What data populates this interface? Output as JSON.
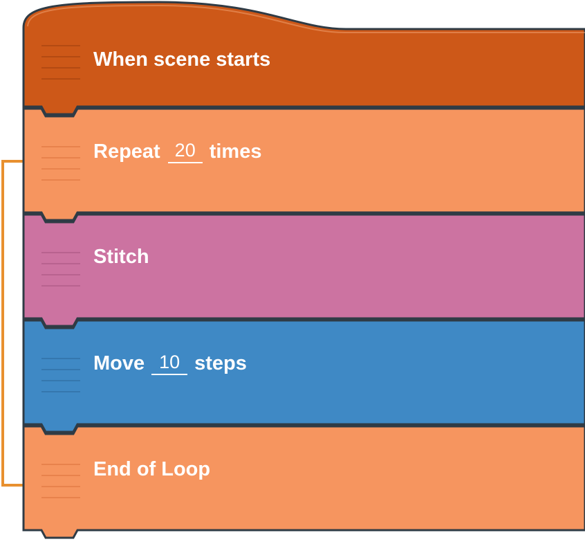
{
  "colors": {
    "event": "#CD5818",
    "control": "#F6955F",
    "stitch": "#CC73A1",
    "motion": "#3F89C5",
    "outline": "#2F3B45",
    "loop_bracket": "#E8902F",
    "text": "#FFFFFF"
  },
  "blocks": [
    {
      "kind": "event",
      "label": "When scene starts",
      "icon": "drag-handle-icon"
    },
    {
      "kind": "control",
      "label_before": "Repeat",
      "value": "20",
      "label_after": "times",
      "icon": "drag-handle-icon"
    },
    {
      "kind": "stitch",
      "label": "Stitch",
      "icon": "drag-handle-icon"
    },
    {
      "kind": "motion",
      "label_before": "Move",
      "value": "10",
      "label_after": "steps",
      "icon": "drag-handle-icon"
    },
    {
      "kind": "control",
      "label": "End of Loop",
      "icon": "drag-handle-icon"
    }
  ]
}
